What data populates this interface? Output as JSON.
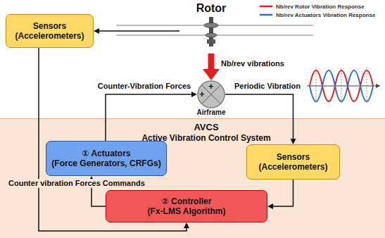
{
  "diagram": {
    "nodes": [
      {
        "text": [
          "Rotor"
        ]
      },
      {
        "text": [
          "Sensors",
          "(Accelerometers)"
        ]
      },
      {
        "text": [
          "Airframe"
        ]
      },
      {
        "text": [
          "AVCS",
          "Active Vibration Control System"
        ]
      },
      {
        "text": [
          "① Actuators",
          "(Force Generators, CRFGs)"
        ],
        "in": 3
      },
      {
        "text": [
          "Sensors",
          "(Accelerometers)"
        ],
        "in": 3
      },
      {
        "text": [
          "② Controller",
          "(Fx-LMS Algorithm)"
        ],
        "in": 3
      }
    ],
    "edges": [
      {
        "from": 0,
        "to": 1,
        "arrow": "to"
      },
      {
        "from": 0,
        "to": 2,
        "arrow": "to",
        "label": "Nb/rev vibrations"
      },
      {
        "from": 4,
        "to": 2,
        "arrow": "to",
        "label": "Counter-Vibration Forces"
      },
      {
        "from": 2,
        "to": 5,
        "arrow": "to",
        "label": "Periodic Vibration"
      },
      {
        "from": 5,
        "to": 6,
        "arrow": "to"
      },
      {
        "from": 6,
        "to": 4,
        "arrow": "to",
        "label": "Counter vibration Forces Commands"
      },
      {
        "from": 1,
        "to": 6,
        "arrow": "to"
      }
    ],
    "labels": [
      "+",
      "+"
    ],
    "legend": [
      {
        "text": "Nb/rev Rotor Vibration Response"
      },
      {
        "text": "Nb/rev Actuators Vibration Response"
      }
    ]
  }
}
